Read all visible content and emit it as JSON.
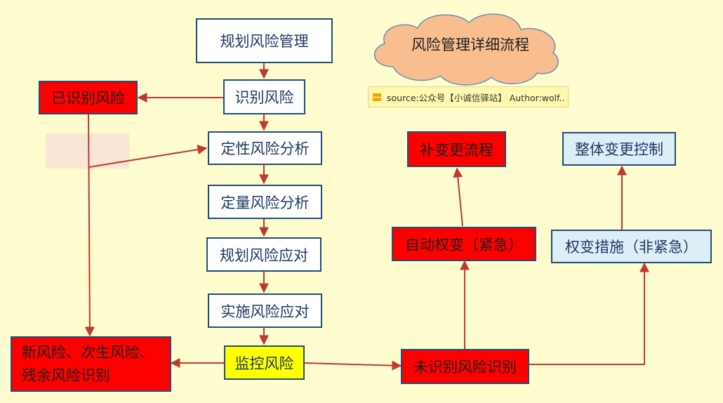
{
  "title": "风险管理详细流程",
  "note": "source:公众号【小诚信驿站】 Author:wolf..",
  "nodes": {
    "plan_mgmt": "规划风险管理",
    "identify": "识别风险",
    "identified": "已识别风险",
    "qualitative": "定性风险分析",
    "quantitative": "定量风险分析",
    "plan_response": "规划风险应对",
    "implement": "实施风险应对",
    "monitor": "监控风险",
    "new_risk": "新风险、次生风险、残余风险识别",
    "unidentified": "未识别风险识别",
    "auto_change": "自动权变（紧急）",
    "supplement": "补变更流程",
    "workaround": "权变措施（非紧急）",
    "integrated": "整体变更控制"
  },
  "colors": {
    "background": "#fffdd0",
    "red": "#ff0000",
    "yellow": "#ffff00",
    "light_blue": "#deeef6",
    "cloud": "#f9be8f",
    "arrow": "#c0392b",
    "border": "#1f4e79"
  }
}
